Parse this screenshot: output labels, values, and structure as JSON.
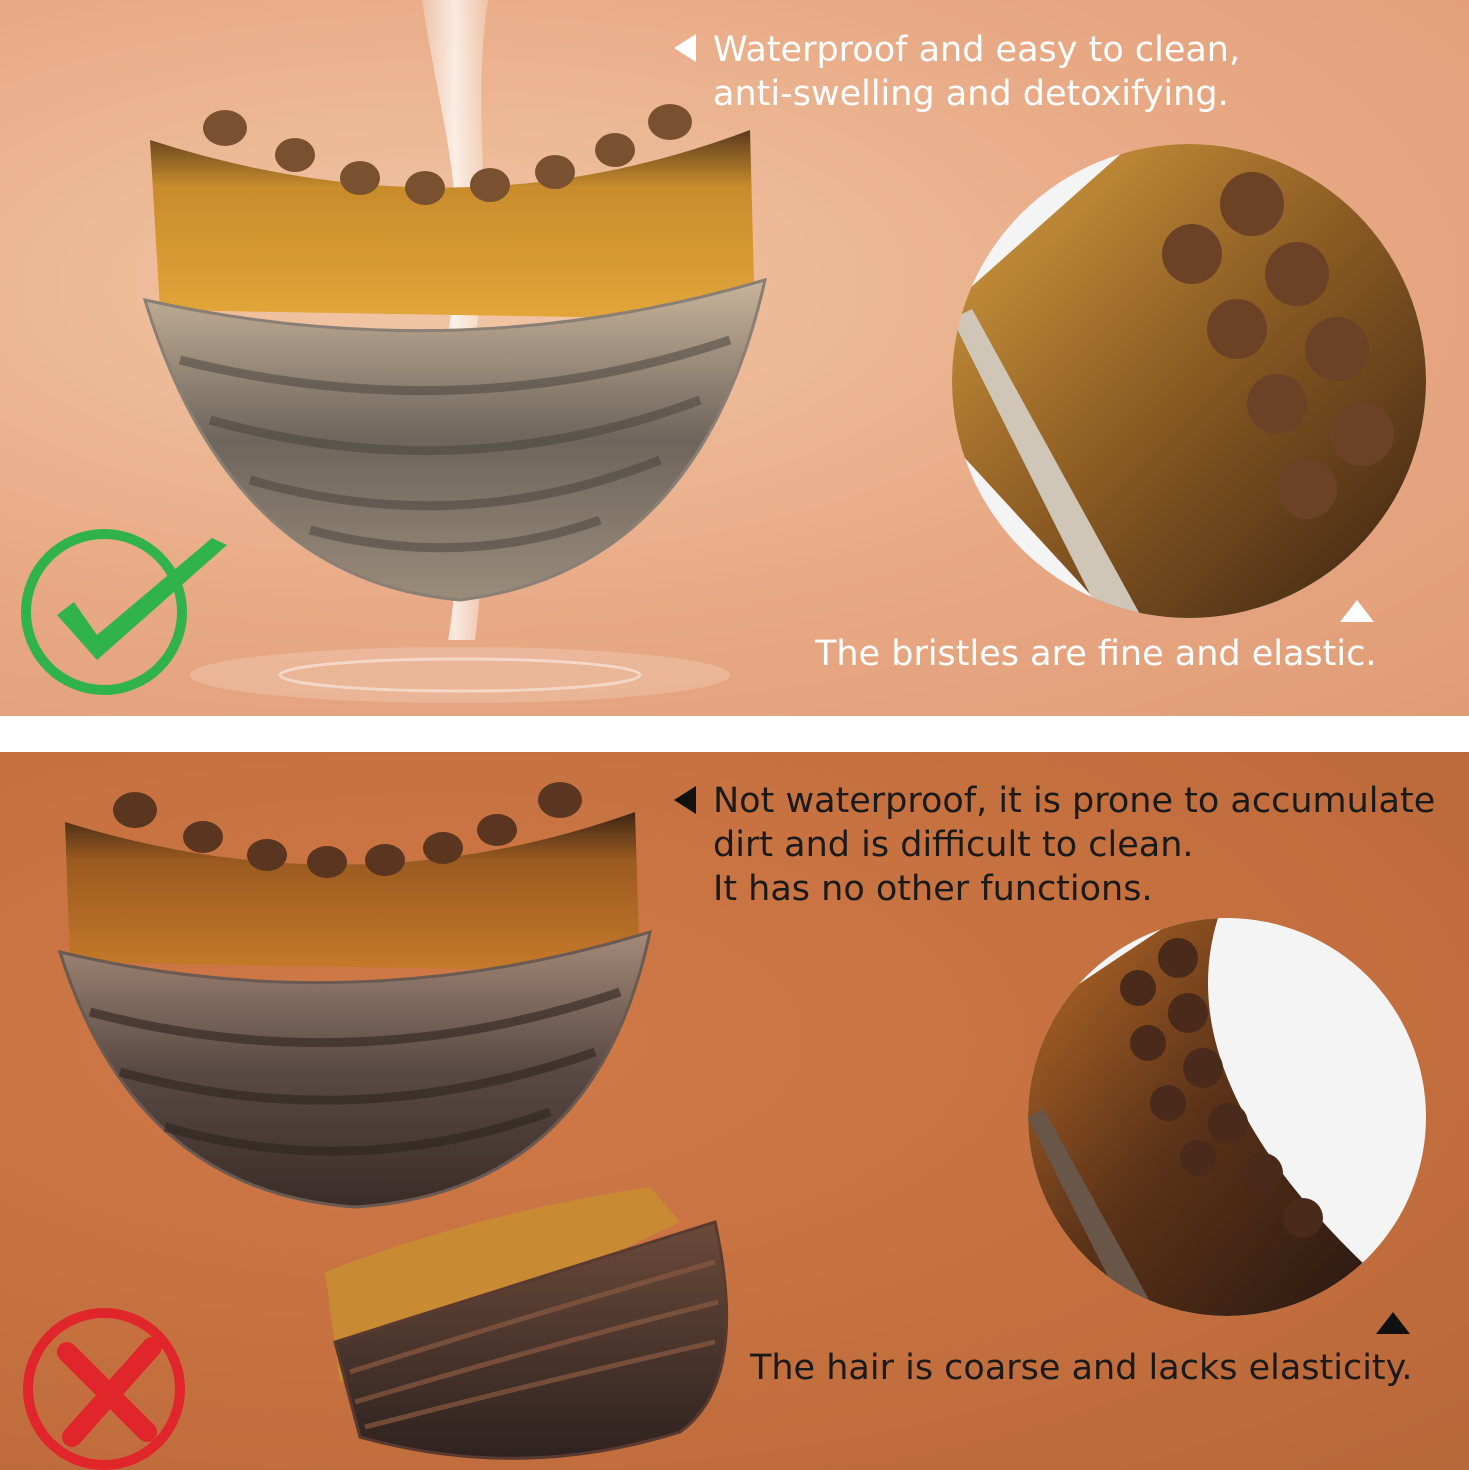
{
  "top_panel": {
    "caption_lines": [
      "Waterproof and easy to clean,",
      "anti-swelling and detoxifying."
    ],
    "detail_caption": "The bristles are fine and elastic.",
    "status_icon": "check-mark-icon",
    "colors": {
      "background": "#e8a985",
      "text": "#ffffff",
      "status": "#2fb34a"
    }
  },
  "bottom_panel": {
    "caption_lines": [
      "Not waterproof, it is prone to accumulate",
      "dirt and is difficult to clean.",
      "It has no other functions."
    ],
    "detail_caption": "The hair is coarse and lacks elasticity.",
    "status_icon": "cross-mark-icon",
    "colors": {
      "background": "#c46f3e",
      "text": "#1a1a1a",
      "status": "#e0262b"
    }
  }
}
